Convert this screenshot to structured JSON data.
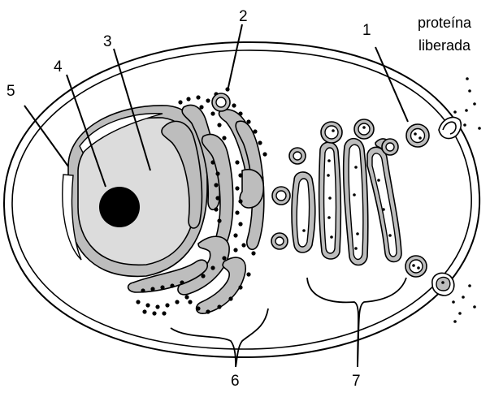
{
  "labels": {
    "l1": "1",
    "l2": "2",
    "l3": "3",
    "l4": "4",
    "l5": "5",
    "l6": "6",
    "l7": "7",
    "protein_line1": "proteína",
    "protein_line2": "liberada"
  }
}
